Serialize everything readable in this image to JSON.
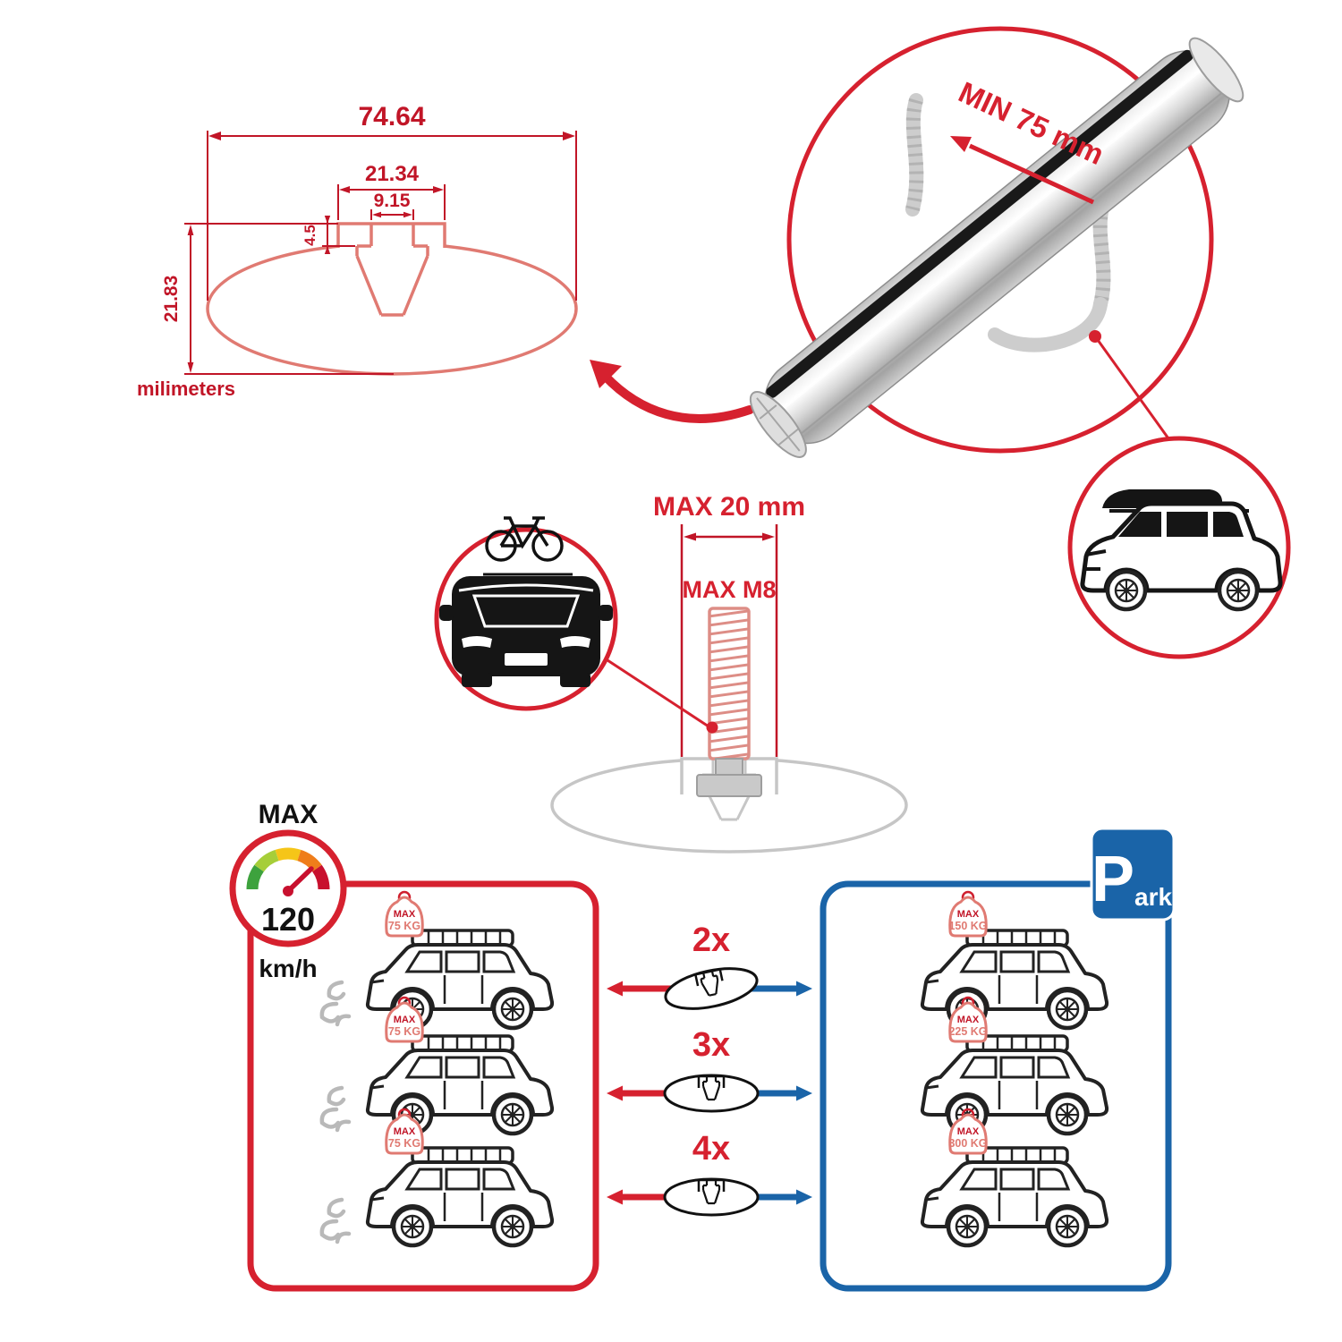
{
  "cross_section": {
    "total_width": "74.64",
    "slot_outer_width": "21.34",
    "slot_inner_width": "9.15",
    "lip_depth": "4.5",
    "total_height": "21.83",
    "units_label": "milimeters"
  },
  "bar_detail": {
    "min_span_label": "MIN 75 mm"
  },
  "bolt_detail": {
    "max_width_label": "MAX 20 mm",
    "max_thread_label": "MAX M8"
  },
  "speed_badge": {
    "title": "MAX",
    "value": "120",
    "units": "km/h"
  },
  "parking_sign": {
    "letter": "P",
    "suffix": "ark"
  },
  "rows": [
    {
      "count": "2x",
      "drive_badge": {
        "label": "MAX",
        "value": "75 KG"
      },
      "park_badge": {
        "label": "MAX",
        "value": "150 KG"
      }
    },
    {
      "count": "3x",
      "drive_badge": {
        "label": "MAX",
        "value": "75 KG"
      },
      "park_badge": {
        "label": "MAX",
        "value": "225 KG"
      }
    },
    {
      "count": "4x",
      "drive_badge": {
        "label": "MAX",
        "value": "75 KG"
      },
      "park_badge": {
        "label": "MAX",
        "value": "300 KG"
      }
    }
  ],
  "icons": {
    "speedometer": "gauge-dial",
    "parking": "blue-P-sign",
    "bar_cross_section": "ellipse-profile",
    "suv_side": "suv-outline-with-roof-basket",
    "suv_front": "car-front-with-bike",
    "suv_roofbox": "suv-with-roof-box",
    "t_bolt": "threaded-stud",
    "roof_bar": "aluminum-aero-bar"
  },
  "colors": {
    "red": "#d6212f",
    "dim_red": "#c11527",
    "salmon": "#e07a72",
    "blue": "#1a64a8",
    "ghost": "#c6c6c6",
    "rubber": "#191919"
  }
}
